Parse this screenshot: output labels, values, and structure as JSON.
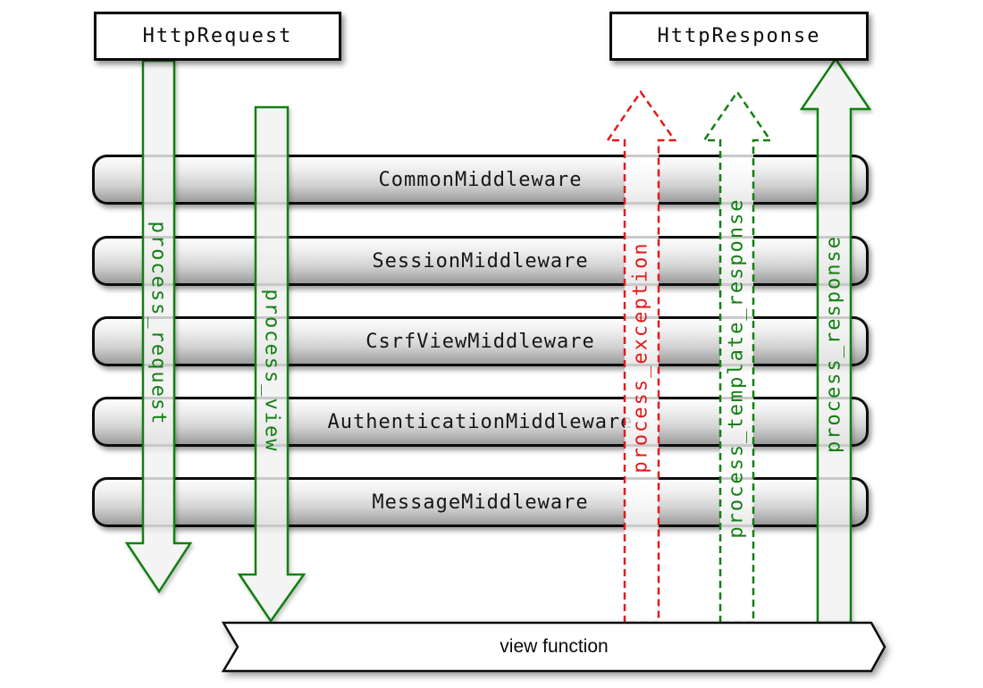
{
  "diagram": {
    "request_box": "HttpRequest",
    "response_box": "HttpResponse",
    "view_function": "view function"
  },
  "middleware": [
    "CommonMiddleware",
    "SessionMiddleware",
    "CsrfViewMiddleware",
    "AuthenticationMiddleware",
    "MessageMiddleware"
  ],
  "hooks": {
    "process_request": "process_request",
    "process_view": "process_view",
    "process_exception": "process_exception",
    "process_template_response": "process_template_response",
    "process_response": "process_response"
  },
  "colors": {
    "flow_green": "#118011",
    "exception_red": "#e41a1a",
    "border_black": "#0c0c0c",
    "bar_gradient_top": "#fdfdfd",
    "bar_gradient_bottom": "#9c9c9c"
  }
}
